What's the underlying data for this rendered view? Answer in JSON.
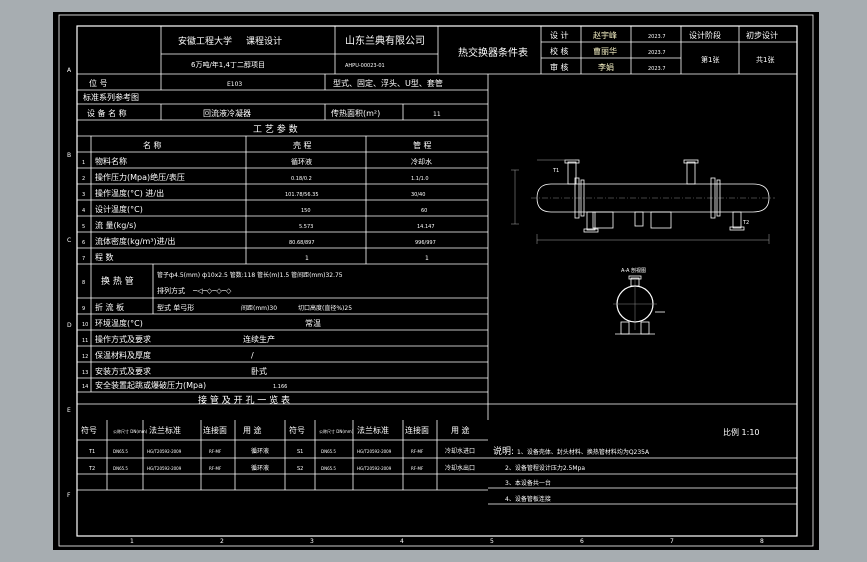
{
  "title_block": {
    "university": "安徽工程大学",
    "design_type": "课程设计",
    "company": "山东兰典有限公司",
    "project": "6万吨/年1,4丁二醇项目",
    "drawing_no": "AHPU-00023-01",
    "doc_title": "热交换器条件表",
    "roles": [
      "设 计",
      "校 核",
      "审 核"
    ],
    "names": [
      "赵宇峰",
      "曹丽华",
      "李娟"
    ],
    "dates": [
      "2023.7",
      "2023.7",
      "2023.7"
    ],
    "stage_label": "设计阶段",
    "stage_value": "初步设计",
    "sheet_no": "第1张",
    "sheet_total": "共1张"
  },
  "spec_header": {
    "tag_label": "位 号",
    "tag_value": "E103",
    "types": "型式、固定、浮头、U型、套管",
    "std_label": "标准系列参考图",
    "equip_label": "设 备 名 称",
    "equip_value": "回流液冷凝器",
    "area_label": "传热面积(m²)",
    "area_value": "11"
  },
  "process": {
    "section_title": "工 艺 参 数",
    "col_name": "名 称",
    "col_shell": "壳 程",
    "col_tube": "管 程",
    "rows": [
      {
        "no": "1",
        "name": "物料名称",
        "shell": "循环液",
        "tube": "冷却水"
      },
      {
        "no": "2",
        "name": "操作压力(Mpa)绝压/表压",
        "shell": "0.18/0.2",
        "tube": "1.1/1.0"
      },
      {
        "no": "3",
        "name": "操作温度(°C) 进/出",
        "shell": "101.78/56.35",
        "tube": "30/40"
      },
      {
        "no": "4",
        "name": "设计温度(°C)",
        "shell": "150",
        "tube": "60"
      },
      {
        "no": "5",
        "name": "流 量(kg/s)",
        "shell": "5.573",
        "tube": "14.147"
      },
      {
        "no": "6",
        "name": "流体密度(kg/m³)进/出",
        "shell": "80.68/897",
        "tube": "996/997"
      },
      {
        "no": "7",
        "name": "程 数",
        "shell": "1",
        "tube": "1"
      }
    ],
    "tube_row": {
      "no": "8",
      "name": "换 热 管",
      "line1": "管子ф4.5(mm) ф10x2.5 管数:118 管长(m)1.5 管间距(mm)32.75",
      "line2": "排列方式",
      "line2_symbols": "─◁─◇─◇─◇"
    },
    "row9": {
      "no": "9",
      "name": "折 流 板",
      "text": "型式 单弓形",
      "gap": "间距(mm)30",
      "cut": "切口高度(直径%)25"
    },
    "row10": {
      "no": "10",
      "name": "环境温度(°C)",
      "value": "常温"
    },
    "row11": {
      "no": "11",
      "name": "操作方式及要求",
      "value": "连续生产"
    },
    "row12": {
      "no": "12",
      "name": "保温材料及厚度",
      "value": "/"
    },
    "row13": {
      "no": "13",
      "name": "安装方式及要求",
      "value": "卧式"
    },
    "row14": {
      "no": "14",
      "name": "安全装置起跳或爆破压力(Mpa)",
      "value": "1.166"
    }
  },
  "nozzles": {
    "section_title": "接 管 及 开 孔 一 览 表",
    "headers": [
      "符号",
      "公称尺寸 DN(mm)",
      "法兰标准",
      "连接面",
      "用 途"
    ],
    "left": [
      {
        "sym": "T1",
        "dn": "DN65.5",
        "std": "HG/T20592-2009",
        "face": "RF-MF",
        "use": "循环液"
      },
      {
        "sym": "T2",
        "dn": "DN65.5",
        "std": "HG/T20592-2009",
        "face": "RF-MF",
        "use": "循环液"
      }
    ],
    "right": [
      {
        "sym": "S1",
        "dn": "DN65.5",
        "std": "HG/T20592-2009",
        "face": "RF-MF",
        "use": "冷却水进口"
      },
      {
        "sym": "S2",
        "dn": "DN65.5",
        "std": "HG/T20592-2009",
        "face": "RF-MF",
        "use": "冷却水出口"
      }
    ]
  },
  "notes": {
    "label": "说明:",
    "items": [
      "1、设备壳体、封头材料、换热管材料均为Q235A",
      "2、设备管程设计压力2.5Mpa",
      "3、本设备共一台",
      "4、设备管板连接"
    ]
  },
  "drawing": {
    "section_label": "A-A 剖视图",
    "scale": "比例 1:10",
    "nozzle_labels": [
      "T1",
      "T2"
    ]
  },
  "frame": {
    "col_marks": [
      "1",
      "2",
      "3",
      "4",
      "5",
      "6",
      "7",
      "8"
    ],
    "row_marks": [
      "A",
      "B",
      "C",
      "D",
      "E",
      "F"
    ]
  }
}
